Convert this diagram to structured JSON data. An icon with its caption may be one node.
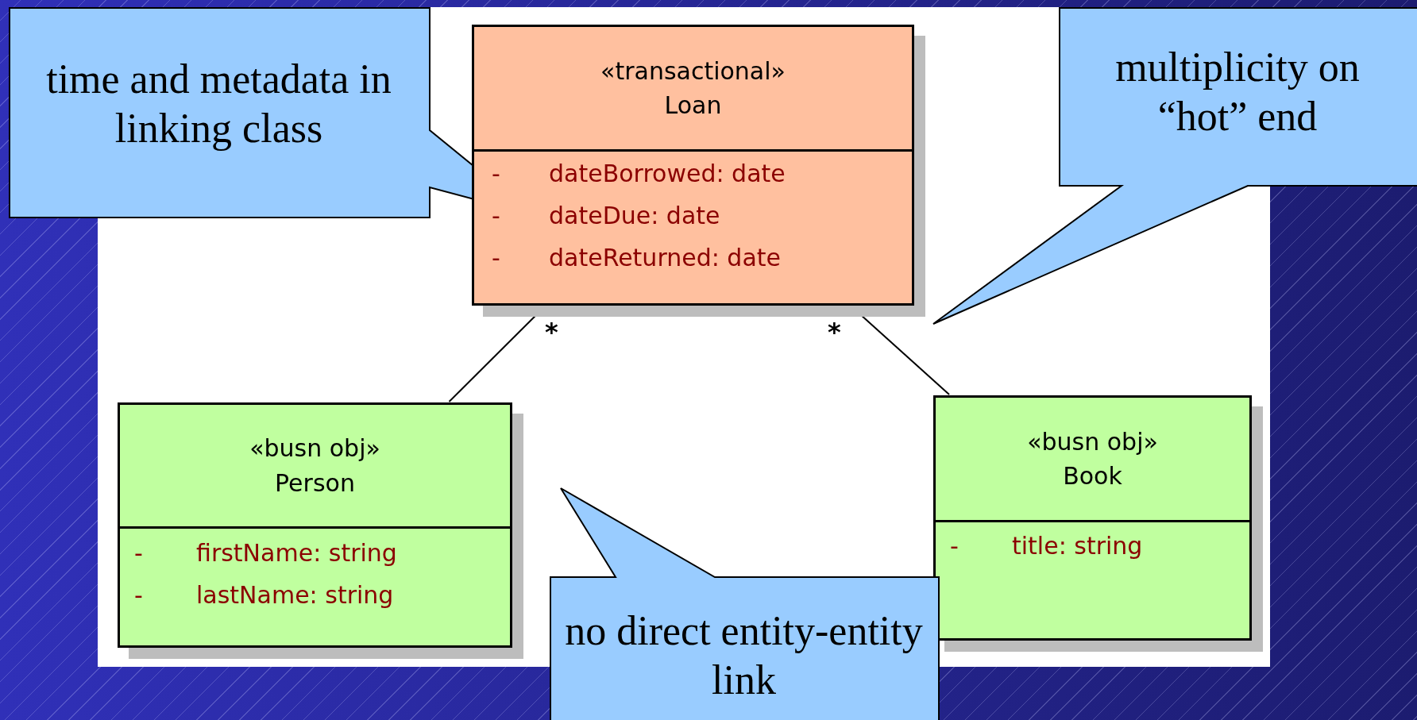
{
  "diagram": {
    "nodes": [
      {
        "text": [
          "time and metadata in linking class"
        ]
      },
      {
        "text": [
          "«transactional»",
          "Loan",
          "-",
          "dateBorrowed: date",
          "-",
          "dateDue: date",
          "-",
          "dateReturned: date"
        ]
      },
      {
        "text": [
          "multiplicity on “hot” end"
        ]
      },
      {
        "text": [
          "«busn obj»",
          "Person",
          "-",
          "firstName: string",
          "-",
          "lastName: string"
        ]
      },
      {
        "text": [
          "«busn obj»",
          "Book",
          "-",
          "title: string"
        ]
      },
      {
        "text": [
          "no direct entity-entity link"
        ]
      }
    ],
    "edges": [
      {
        "from": 1,
        "to": 3,
        "arrow": "none",
        "label": "*"
      },
      {
        "from": 1,
        "to": 4,
        "arrow": "none",
        "label": "*"
      }
    ]
  }
}
